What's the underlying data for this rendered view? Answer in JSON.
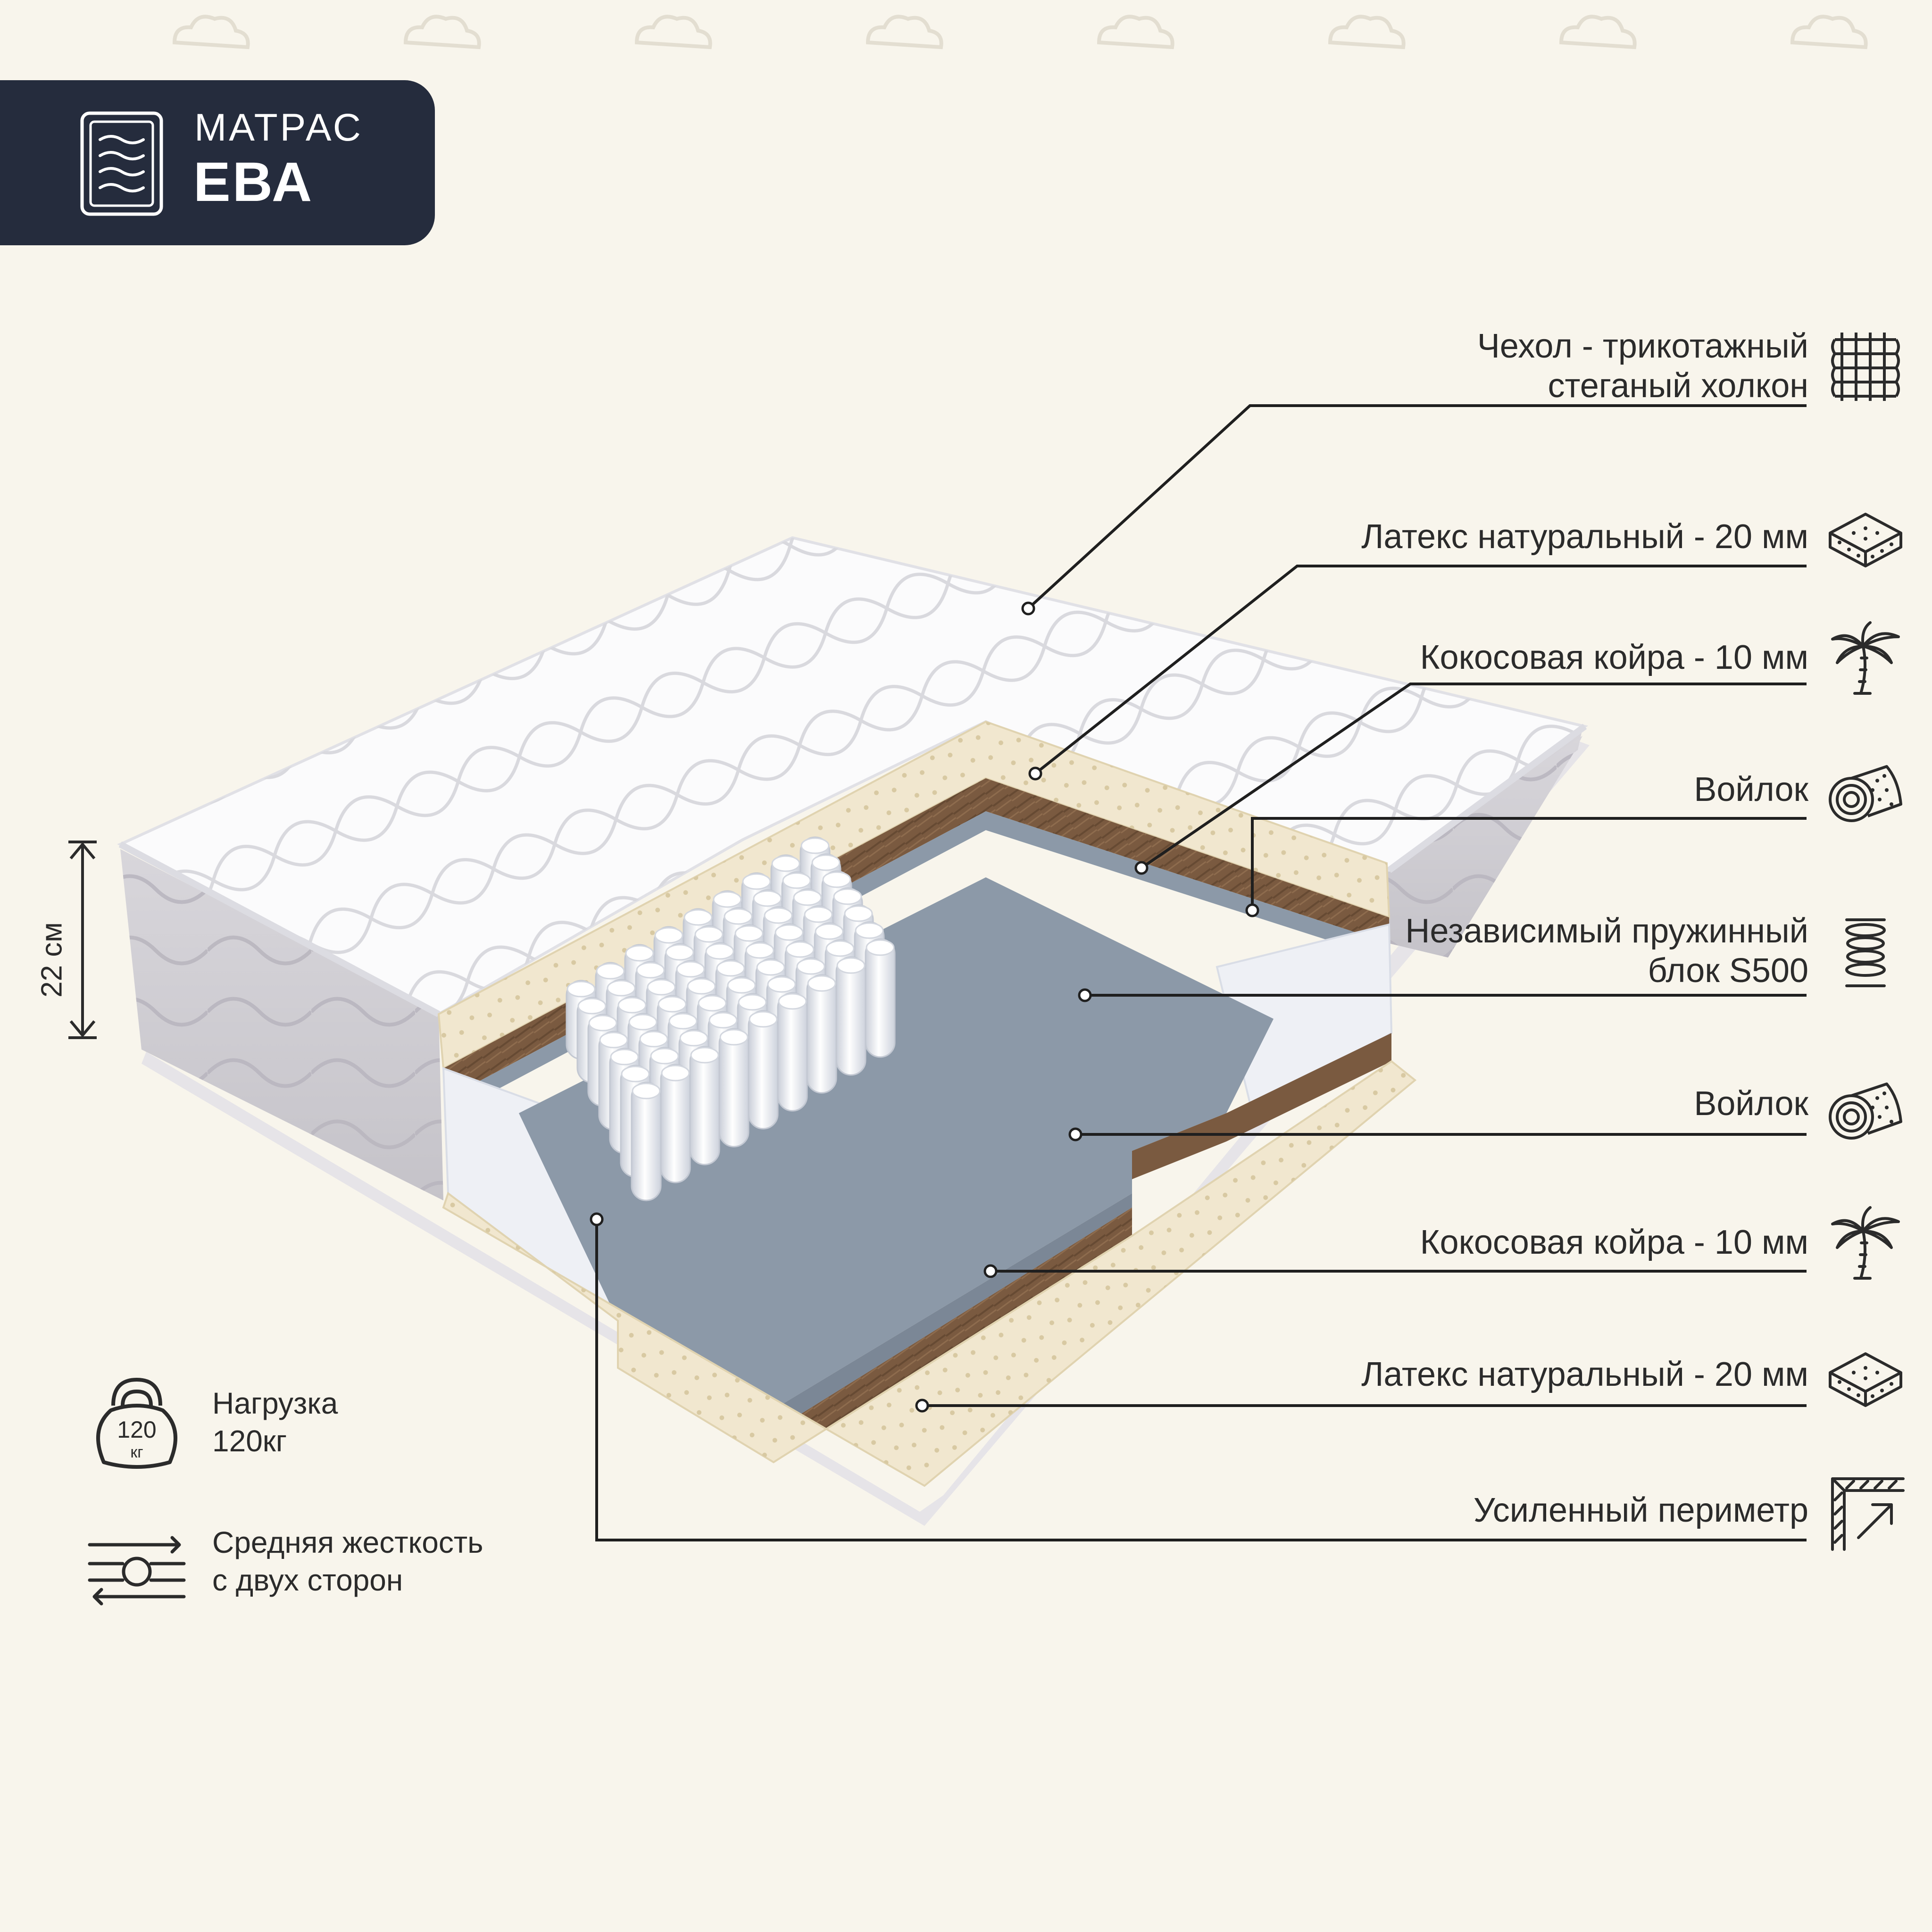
{
  "header": {
    "subtitle": "МАТРАС",
    "title": "ЕВА"
  },
  "dimension": {
    "height_label": "22 см"
  },
  "layers": [
    {
      "id": "cover",
      "lines": [
        "Чехол - трикотажный",
        "стеганый холкон"
      ],
      "icon": "knit-grid-icon"
    },
    {
      "id": "latex-top",
      "lines": [
        "Латекс натуральный - 20 мм"
      ],
      "icon": "latex-block-icon"
    },
    {
      "id": "coir-top",
      "lines": [
        "Кокосовая койра - 10 мм"
      ],
      "icon": "palm-tree-icon"
    },
    {
      "id": "felt-top",
      "lines": [
        "Войлок"
      ],
      "icon": "felt-roll-icon"
    },
    {
      "id": "springs",
      "lines": [
        "Независимый пружинный",
        "блок S500"
      ],
      "icon": "spring-coil-icon"
    },
    {
      "id": "felt-bottom",
      "lines": [
        "Войлок"
      ],
      "icon": "felt-roll-icon"
    },
    {
      "id": "coir-bottom",
      "lines": [
        "Кокосовая койра - 10 мм"
      ],
      "icon": "palm-tree-icon"
    },
    {
      "id": "latex-bottom",
      "lines": [
        "Латекс натуральный - 20 мм"
      ],
      "icon": "latex-block-icon"
    },
    {
      "id": "perimeter",
      "lines": [
        "Усиленный периметр"
      ],
      "icon": "perimeter-corner-icon"
    }
  ],
  "specs": {
    "load": {
      "lines": [
        "Нагрузка",
        "120кг"
      ],
      "icon_text": "120",
      "icon_unit": "кг"
    },
    "firmness": {
      "lines": [
        "Средняя жесткость",
        "с двух сторон"
      ]
    }
  },
  "colors": {
    "background": "#f8f5ec",
    "header": "#252c3d",
    "latex": "#f1e7cf",
    "coir": "#7a5a40",
    "felt": "#8c99a8",
    "spring": "#f3f5f8",
    "side": "#cfcdd3",
    "text": "#2b2b2b"
  }
}
